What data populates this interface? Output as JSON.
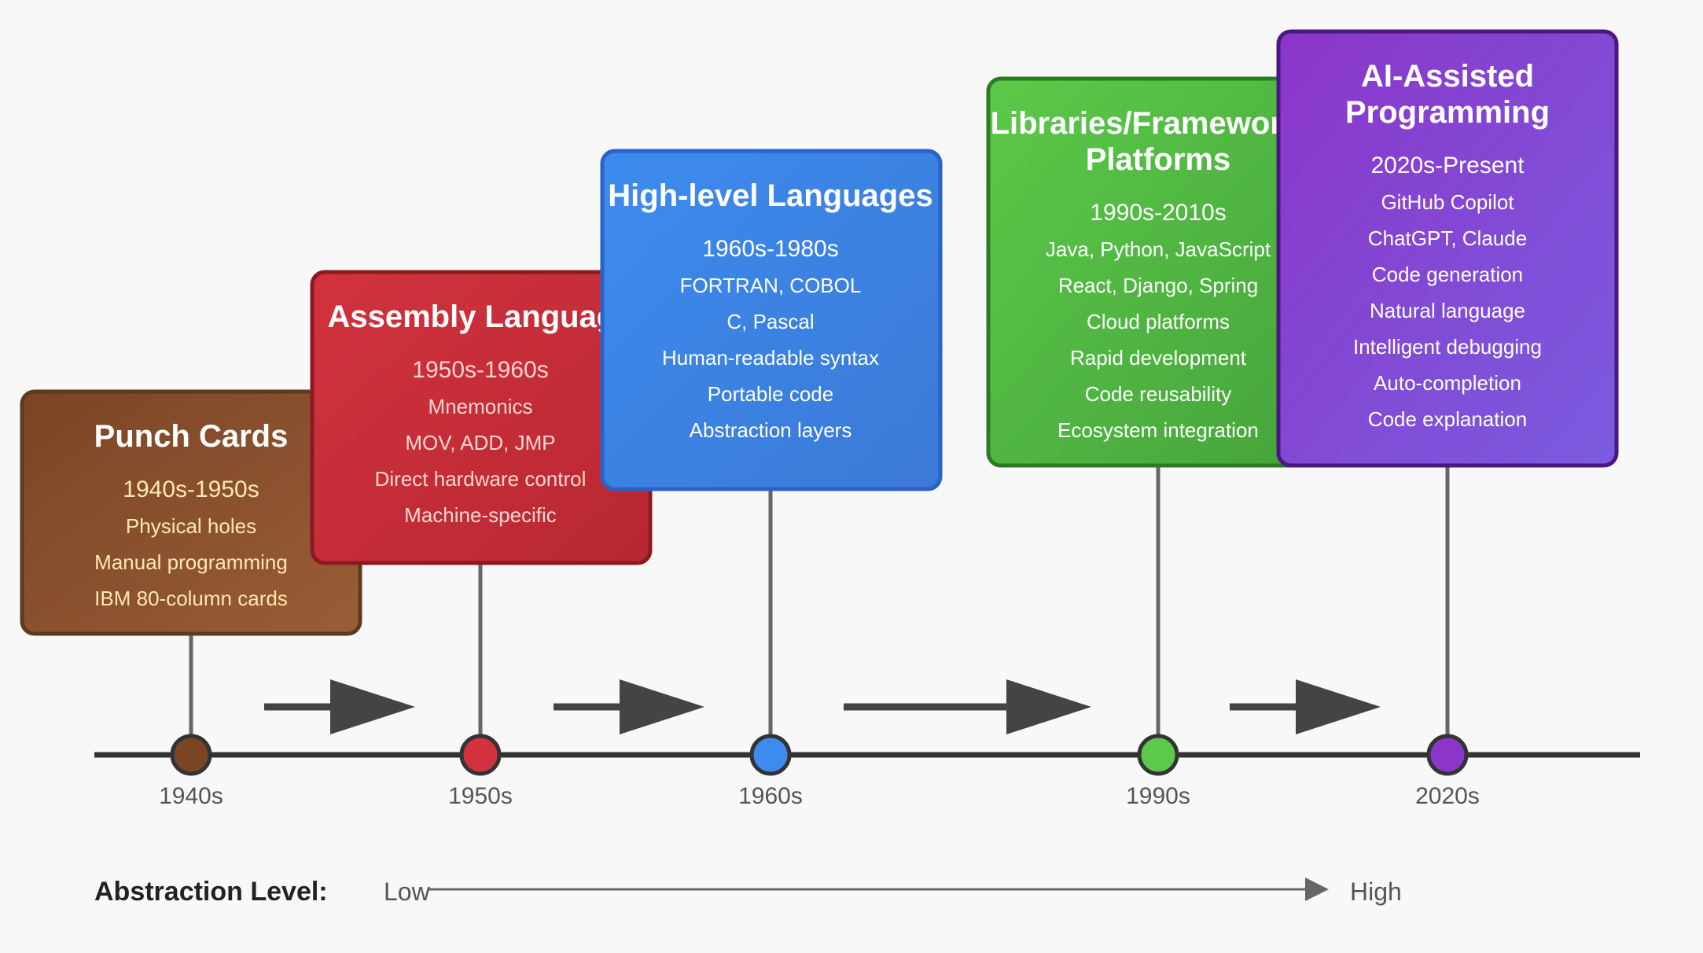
{
  "stages": [
    {
      "title_lines": [
        "Punch Cards"
      ],
      "period": "1940s-1950s",
      "items": [
        "Physical holes",
        "Manual programming",
        "IBM 80-column cards"
      ],
      "decade": "1940s",
      "color_start": "#7a4525",
      "color_end": "#9a5d37",
      "border": "#5c3a1c",
      "text_color": "#ffe9b0"
    },
    {
      "title_lines": [
        "Assembly Language"
      ],
      "period": "1950s-1960s",
      "items": [
        "Mnemonics",
        "MOV, ADD, JMP",
        "Direct hardware control",
        "Machine-specific"
      ],
      "decade": "1950s",
      "color_start": "#d2323e",
      "color_end": "#b72832",
      "border": "#8b1a1f",
      "text_color": "#ffd6d2"
    },
    {
      "title_lines": [
        "High-level Languages"
      ],
      "period": "1960s-1980s",
      "items": [
        "FORTRAN, COBOL",
        "C, Pascal",
        "Human-readable syntax",
        "Portable code",
        "Abstraction layers"
      ],
      "decade": "1960s",
      "color_start": "#3d8bef",
      "color_end": "#3b79d6",
      "border": "#2a62c9",
      "text_color": "#ffffff"
    },
    {
      "title_lines": [
        "Libraries/Frameworks/",
        "Platforms"
      ],
      "period": "1990s-2010s",
      "items": [
        "Java, Python, JavaScript",
        "React, Django, Spring",
        "Cloud platforms",
        "Rapid development",
        "Code reusability",
        "Ecosystem integration"
      ],
      "decade": "1990s",
      "color_start": "#5cc94a",
      "color_end": "#45a33a",
      "border": "#2d7a24",
      "text_color": "#ffffff"
    },
    {
      "title_lines": [
        "AI-Assisted",
        "Programming"
      ],
      "period": "2020s-Present",
      "items": [
        "GitHub Copilot",
        "ChatGPT, Claude",
        "Code generation",
        "Natural language",
        "Intelligent debugging",
        "Auto-completion",
        "Code explanation"
      ],
      "decade": "2020s",
      "color_start": "#8b35c9",
      "color_end": "#7a5ce0",
      "border": "#4a1680",
      "text_color": "#ffffff"
    }
  ],
  "abstraction": {
    "label": "Abstraction Level:",
    "low": "Low",
    "high": "High"
  },
  "colors": {
    "timeline": "#333333",
    "connector": "#666666",
    "arrow": "#444444",
    "label": "#555555",
    "dark_text": "#222222"
  }
}
